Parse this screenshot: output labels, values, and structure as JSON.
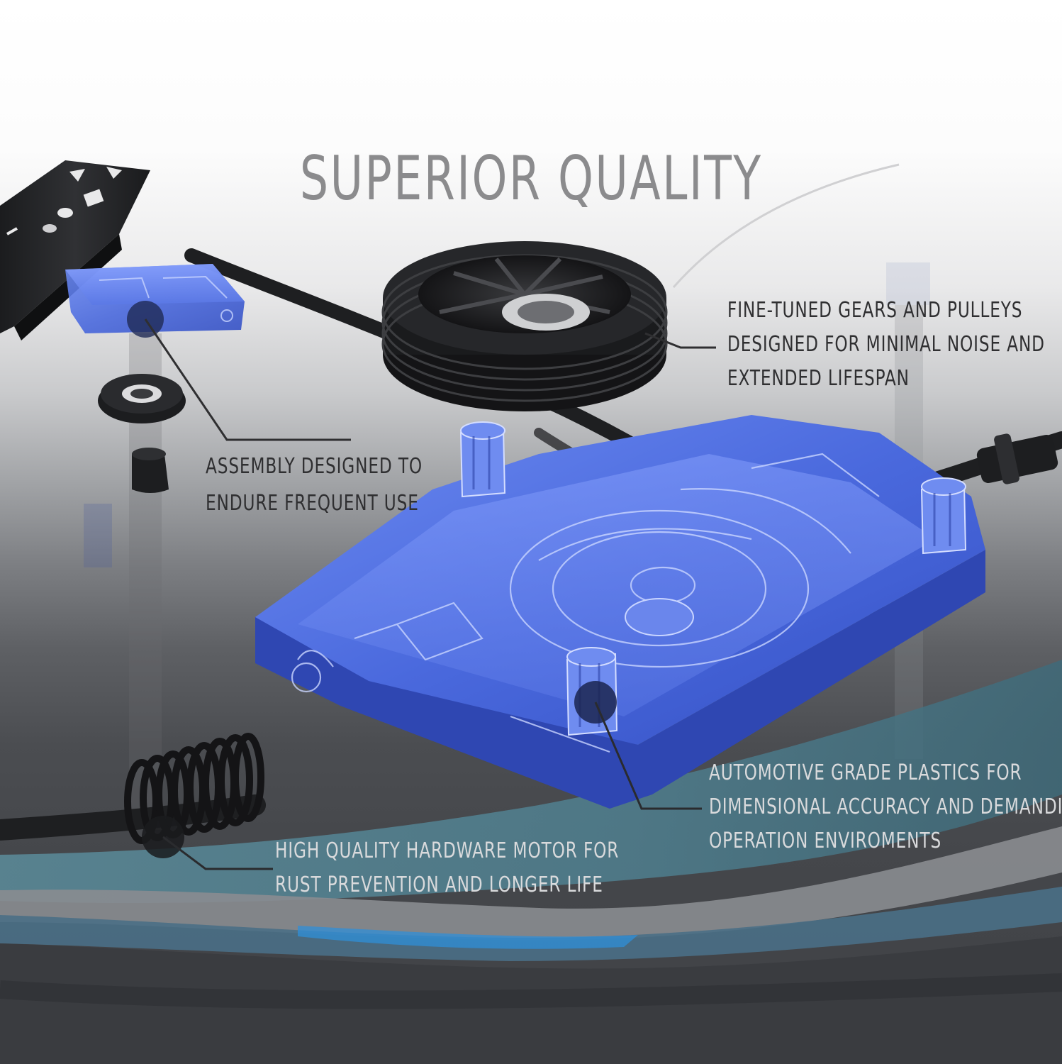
{
  "headline": "SUPERIOR QUALITY",
  "callouts": {
    "gears": {
      "line1": "FINE-TUNED GEARS AND PULLEYS",
      "line2": "DESIGNED FOR  MINIMAL NOISE AND",
      "line3": "EXTENDED LIFESPAN"
    },
    "assembly": {
      "line1": "ASSEMBLY DESIGNED TO",
      "line2": "ENDURE FREQUENT USE"
    },
    "plastics": {
      "line1": "AUTOMOTIVE GRADE PLASTICS FOR",
      "line2": "DIMENSIONAL ACCURACY AND DEMANDING",
      "line3": "OPERATION ENVIROMENTS"
    },
    "hardware": {
      "line1": "HIGH QUALITY HARDWARE MOTOR FOR",
      "line2": "RUST PREVENTION AND LONGER LIFE"
    }
  },
  "colors": {
    "headline": "#8b8b8d",
    "callout_dark": "#2f2f31",
    "callout_light": "#d9dadc",
    "part_blue": "#3f5fd6",
    "swoosh_teal": "#4f7f8f",
    "background_top": "#ffffff",
    "background_bottom": "#3f4145"
  }
}
